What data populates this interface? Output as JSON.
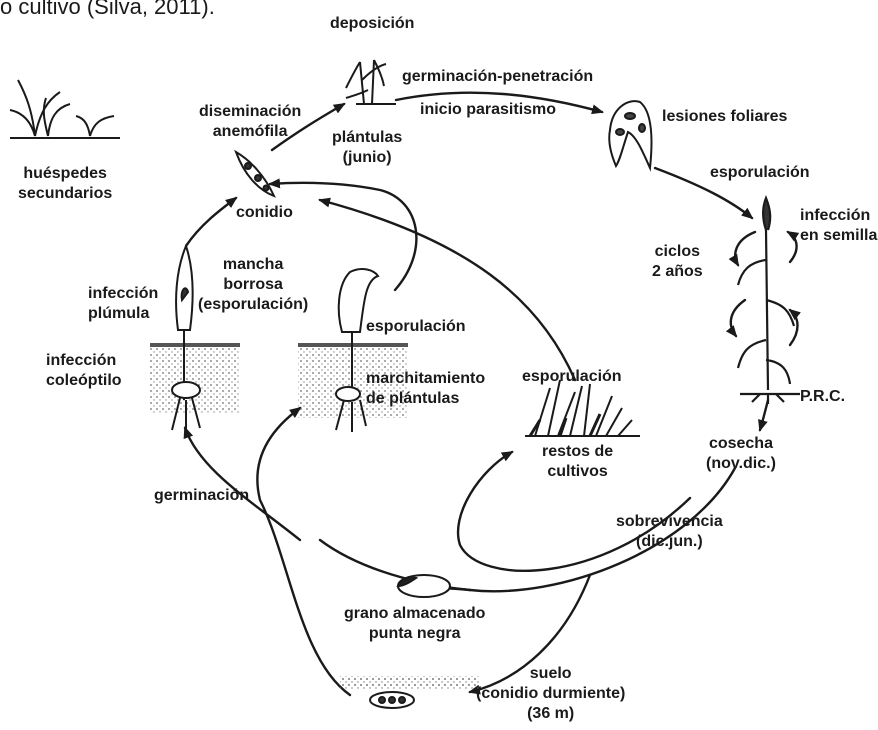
{
  "caption_fragment": "o cultivo (Silva, 2011).",
  "labels": {
    "deposicion": "deposición",
    "germinacion_penetracion": "germinación-penetración",
    "inicio_parasitismo": "inicio parasitismo",
    "lesiones_foliares": "lesiones foliares",
    "diseminacion": "diseminación\nanemófila",
    "plantulas_junio": "plántulas\n(junio)",
    "huespedes": "huéspedes\nsecundarios",
    "conidio": "conidio",
    "esporulacion_top": "esporulación",
    "infeccion_semilla": "infección\nen semilla",
    "ciclos": "ciclos\n2 años",
    "mancha_borrosa": "mancha\nborrosa\n(esporulación)",
    "infeccion_plumula": "infección\nplúmula",
    "esporulacion_mid": "esporulación",
    "infeccion_coleoptilo": "infección\ncoleóptilo",
    "marchitamiento": "marchitamiento\nde plántulas",
    "esporulacion_restos": "esporulación",
    "prc": "P.R.C.",
    "restos_cultivos": "restos de\ncultivos",
    "cosecha": "cosecha\n(nov.dic.)",
    "germinacion": "germinación",
    "sobrevivencia": "sobrevivencia\n(dic.jun.)",
    "grano": "grano almacenado\npunta negra",
    "suelo": "suelo\n(conidio durmiente)\n(36 m)"
  },
  "colors": {
    "ink": "#1a1a1a",
    "soil": "#9a9a9a",
    "background": "#ffffff"
  }
}
